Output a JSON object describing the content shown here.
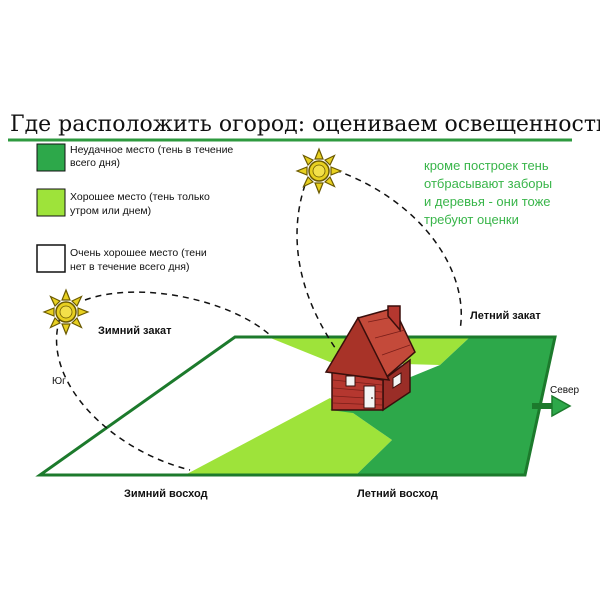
{
  "title": "Где расположить огород: оцениваем освещенность",
  "colors": {
    "title_underline": "#2e9a3f",
    "dark_green": "#2da84a",
    "light_green": "#9ee33a",
    "outline_green": "#1c7a2c",
    "note_green": "#39b54a",
    "sun_fill": "#e8d020",
    "sun_stroke": "#6b5a00",
    "brick": "#b5372f",
    "roof": "#c44a3a"
  },
  "legend": {
    "items": [
      {
        "line1": "Неудачное место (тень в течение",
        "line2": "всего дня)",
        "swatch": "dark_green"
      },
      {
        "line1": "Хорошее место (тень только",
        "line2": "утром или днем)",
        "swatch": "light_green"
      },
      {
        "line1": "Очень хорошее место (тени",
        "line2": "нет в течение всего дня)",
        "swatch": "white"
      }
    ]
  },
  "note": {
    "lines": [
      "кроме построек   тень",
      "отбрасывают заборы",
      "и деревья - они тоже",
      "требуют оценки"
    ]
  },
  "labels": {
    "winter_sunset": "Зимний закат",
    "summer_sunset": "Летний закат",
    "south": "Юг",
    "north": "Север",
    "winter_sunrise": "Зимний восход",
    "summer_sunrise": "Летний восход"
  },
  "icons": [
    "sun-icon",
    "house-icon",
    "north-arrow-icon"
  ]
}
